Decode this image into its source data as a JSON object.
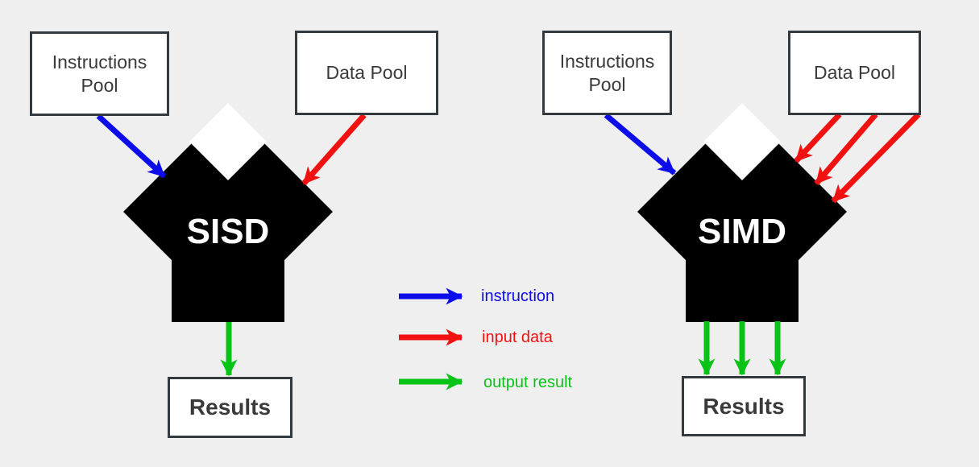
{
  "colors": {
    "background": "#EFEFEF",
    "box_fill": "#FFFFFF",
    "box_border": "#333A40",
    "label_text": "#3A3A3A",
    "shape_fill": "#000000",
    "shape_text": "#FFFFFF",
    "instruction": "#0D0DEB",
    "input_data": "#F21111",
    "output_result": "#07C316"
  },
  "left_diagram": {
    "processor": "SISD",
    "instructions_pool": "Instructions Pool",
    "data_pool": "Data Pool",
    "results": "Results",
    "arrows": {
      "instruction": 1,
      "input_data": 1,
      "output_result": 1
    }
  },
  "right_diagram": {
    "processor": "SIMD",
    "instructions_pool": "Instructions Pool",
    "data_pool": "Data Pool",
    "results": "Results",
    "arrows": {
      "instruction": 1,
      "input_data": 3,
      "output_result": 3
    }
  },
  "legend": {
    "items": [
      {
        "label": "instruction",
        "color": "#0D0DEB"
      },
      {
        "label": "input data",
        "color": "#F21111"
      },
      {
        "label": "output result",
        "color": "#07C316"
      }
    ]
  }
}
